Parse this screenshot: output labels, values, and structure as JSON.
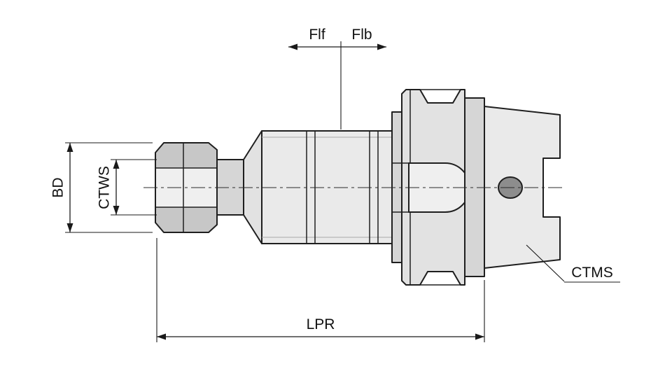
{
  "drawing": {
    "labels": {
      "flf": "Flf",
      "flb": "Flb",
      "bd": "BD",
      "ctws": "CTWS",
      "lpr": "LPR",
      "ctms": "CTMS"
    },
    "colors": {
      "outline": "#1f1f1f",
      "fill_light": "#eaeaea",
      "fill_medium": "#d6d6d6",
      "fill_dark": "#c7c7c7",
      "hole": "#8d8d8d",
      "background": "#ffffff"
    }
  }
}
